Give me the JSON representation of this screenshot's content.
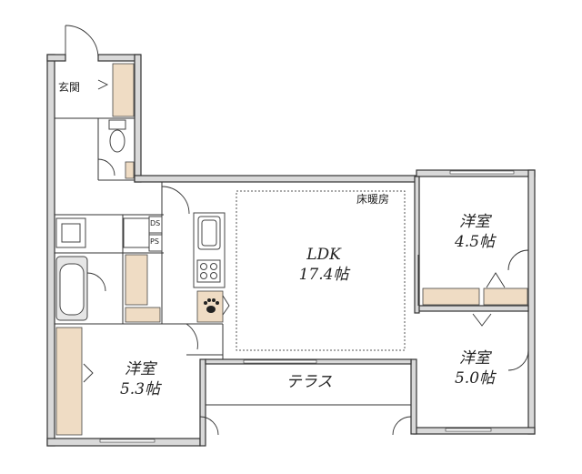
{
  "labels": {
    "entrance": "玄関",
    "floor_heating": "床暖房",
    "ldk_name": "LDK",
    "ldk_size": "17.4帖",
    "room1_name": "洋室",
    "room1_size": "4.5帖",
    "room2_name": "洋室",
    "room2_size": "5.0帖",
    "room3_name": "洋室",
    "room3_size": "5.3帖",
    "terrace": "テラス",
    "ds": "DS",
    "ps": "PS"
  },
  "colors": {
    "wall": "#d9d9d9",
    "closet": "#efdcc4",
    "line": "#333333"
  },
  "icons": [
    "paw-icon",
    "toilet-icon",
    "bathtub-icon",
    "stove-icon",
    "sink-icon",
    "washbasin-icon"
  ]
}
